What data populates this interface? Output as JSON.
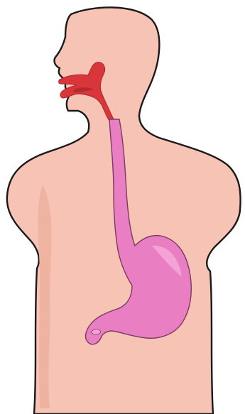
{
  "figure": {
    "subject": "human-upper-digestive-tract",
    "parts": [
      "torso-silhouette",
      "mouth-throat",
      "esophagus",
      "stomach"
    ]
  },
  "colors": {
    "background": "#ffffff",
    "skin": "#f7c3b4",
    "skin_shadow": "#efb3a2",
    "outline": "#1a1a1a",
    "mouth_throat": "#d8363b",
    "mouth_throat_dark": "#b52a2e",
    "digestive_tract": "#e97fc2",
    "digestive_tract_light": "#f3a3d6",
    "digestive_outline": "#7a3a63"
  }
}
